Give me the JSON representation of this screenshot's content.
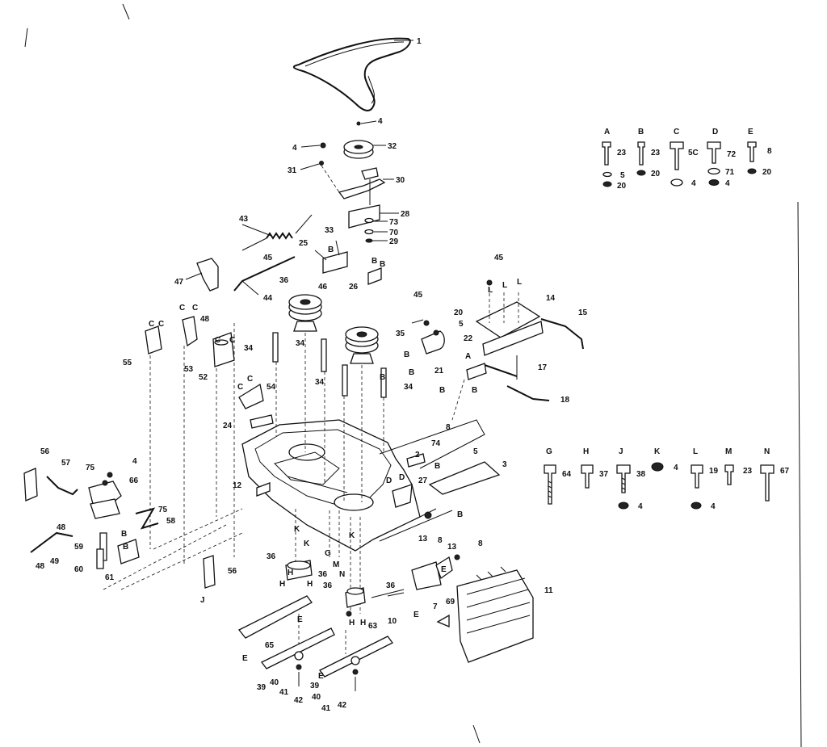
{
  "callouts": [
    {
      "id": "c1",
      "text": "1"
    },
    {
      "id": "c4a",
      "text": "4"
    },
    {
      "id": "c32",
      "text": "32"
    },
    {
      "id": "c4b",
      "text": "4"
    },
    {
      "id": "c31",
      "text": "31"
    },
    {
      "id": "c30",
      "text": "30"
    },
    {
      "id": "c28",
      "text": "28"
    },
    {
      "id": "c73",
      "text": "73"
    },
    {
      "id": "c70",
      "text": "70"
    },
    {
      "id": "c29",
      "text": "29"
    },
    {
      "id": "c43",
      "text": "43"
    },
    {
      "id": "c33",
      "text": "33"
    },
    {
      "id": "c25",
      "text": "25"
    },
    {
      "id": "c45a",
      "text": "45"
    },
    {
      "id": "c47",
      "text": "47"
    },
    {
      "id": "c36a",
      "text": "36"
    },
    {
      "id": "c46",
      "text": "46"
    },
    {
      "id": "c26",
      "text": "26"
    },
    {
      "id": "c44",
      "text": "44"
    },
    {
      "id": "c45b",
      "text": "45"
    },
    {
      "id": "c48a",
      "text": "48"
    },
    {
      "id": "c45c",
      "text": "45"
    },
    {
      "id": "c20",
      "text": "20"
    },
    {
      "id": "c5a",
      "text": "5"
    },
    {
      "id": "c35",
      "text": "35"
    },
    {
      "id": "c22",
      "text": "22"
    },
    {
      "id": "c14",
      "text": "14"
    },
    {
      "id": "c15",
      "text": "15"
    },
    {
      "id": "c17",
      "text": "17"
    },
    {
      "id": "c21",
      "text": "21"
    },
    {
      "id": "c55",
      "text": "55"
    },
    {
      "id": "c53",
      "text": "53"
    },
    {
      "id": "c52",
      "text": "52"
    },
    {
      "id": "c34a",
      "text": "34"
    },
    {
      "id": "c34b",
      "text": "34"
    },
    {
      "id": "c34c",
      "text": "34"
    },
    {
      "id": "c34d",
      "text": "34"
    },
    {
      "id": "c54",
      "text": "54"
    },
    {
      "id": "c18",
      "text": "18"
    },
    {
      "id": "c24",
      "text": "24"
    },
    {
      "id": "c74",
      "text": "74"
    },
    {
      "id": "c5b",
      "text": "5"
    },
    {
      "id": "c2",
      "text": "2"
    },
    {
      "id": "c3",
      "text": "3"
    },
    {
      "id": "c27",
      "text": "27"
    },
    {
      "id": "c56a",
      "text": "56"
    },
    {
      "id": "c57",
      "text": "57"
    },
    {
      "id": "c4c",
      "text": "4"
    },
    {
      "id": "c75a",
      "text": "75"
    },
    {
      "id": "c66",
      "text": "66"
    },
    {
      "id": "c12",
      "text": "12"
    },
    {
      "id": "c75b",
      "text": "75"
    },
    {
      "id": "c58",
      "text": "58"
    },
    {
      "id": "c48b",
      "text": "48"
    },
    {
      "id": "c59",
      "text": "59"
    },
    {
      "id": "c49",
      "text": "49"
    },
    {
      "id": "c48c",
      "text": "48"
    },
    {
      "id": "c60",
      "text": "60"
    },
    {
      "id": "c61",
      "text": "61"
    },
    {
      "id": "c56b",
      "text": "56"
    },
    {
      "id": "c36b",
      "text": "36"
    },
    {
      "id": "c36c",
      "text": "36"
    },
    {
      "id": "c36d",
      "text": "36"
    },
    {
      "id": "c36e",
      "text": "36"
    },
    {
      "id": "c13a",
      "text": "13"
    },
    {
      "id": "c13b",
      "text": "13"
    },
    {
      "id": "c8a",
      "text": "8"
    },
    {
      "id": "c8b",
      "text": "8"
    },
    {
      "id": "c7",
      "text": "7"
    },
    {
      "id": "c69",
      "text": "69"
    },
    {
      "id": "c11",
      "text": "11"
    },
    {
      "id": "c10",
      "text": "10"
    },
    {
      "id": "c65",
      "text": "65"
    },
    {
      "id": "c39a",
      "text": "39"
    },
    {
      "id": "c40a",
      "text": "40"
    },
    {
      "id": "c41a",
      "text": "41"
    },
    {
      "id": "c42a",
      "text": "42"
    },
    {
      "id": "c39b",
      "text": "39"
    },
    {
      "id": "c40b",
      "text": "40"
    },
    {
      "id": "c41b",
      "text": "41"
    },
    {
      "id": "c42b",
      "text": "42"
    },
    {
      "id": "c8c",
      "text": "8"
    },
    {
      "id": "c63",
      "text": "63"
    }
  ],
  "letters": [
    "B",
    "B",
    "C",
    "C",
    "C",
    "C",
    "C",
    "C",
    "C",
    "C",
    "L",
    "L",
    "L",
    "B",
    "B",
    "A",
    "B",
    "B",
    "B",
    "B",
    "D",
    "D",
    "B",
    "B",
    "K",
    "K",
    "G",
    "M",
    "K",
    "N",
    "H",
    "H",
    "H",
    "H",
    "H",
    "J",
    "E",
    "E",
    "E",
    "E",
    "E",
    "B",
    "B"
  ],
  "hardware_top": [
    {
      "letter": "A",
      "bolt": "23",
      "parts": [
        {
          "n": "5"
        },
        {
          "n": "20"
        }
      ]
    },
    {
      "letter": "B",
      "bolt": "23",
      "parts": [
        {
          "n": "20"
        }
      ]
    },
    {
      "letter": "C",
      "bolt": "5C",
      "parts": [
        {
          "n": "4"
        }
      ]
    },
    {
      "letter": "D",
      "bolt": "72",
      "parts": [
        {
          "n": "71"
        },
        {
          "n": "4"
        }
      ]
    },
    {
      "letter": "E",
      "bolt": "8",
      "parts": [
        {
          "n": "20"
        }
      ]
    }
  ],
  "hardware_bottom": [
    {
      "letter": "G",
      "bolt": "64",
      "nut": ""
    },
    {
      "letter": "H",
      "bolt": "37",
      "nut": ""
    },
    {
      "letter": "J",
      "bolt": "38",
      "nut": "4"
    },
    {
      "letter": "K",
      "bolt": "4",
      "nut": ""
    },
    {
      "letter": "L",
      "bolt": "19",
      "nut": "4"
    },
    {
      "letter": "M",
      "bolt": "23",
      "nut": ""
    },
    {
      "letter": "N",
      "bolt": "67",
      "nut": ""
    }
  ]
}
